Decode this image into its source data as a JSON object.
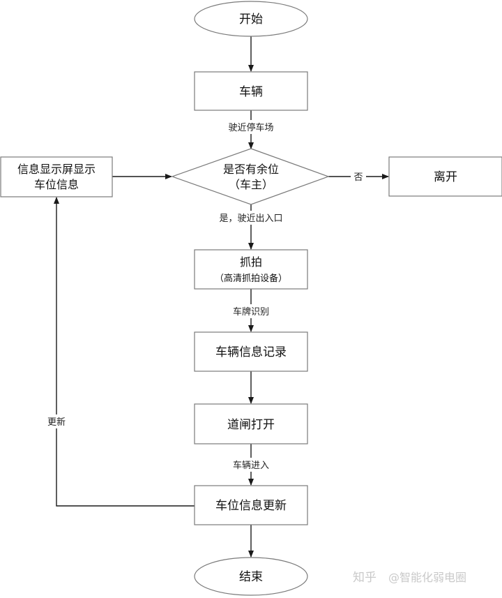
{
  "nodes": {
    "start": "开始",
    "vehicle": "车辆",
    "check_line1": "是否有余位",
    "check_line2": "（车主）",
    "leave": "离开",
    "display_line1": "信息显示屏显示",
    "display_line2": "车位信息",
    "capture_line1": "抓拍",
    "capture_line2": "（高清抓拍设备）",
    "record": "车辆信息记录",
    "gate": "道闸打开",
    "update": "车位信息更新",
    "end": "结束"
  },
  "edges": {
    "approach_lot": "驶近停车场",
    "no": "否",
    "yes_approach": "是，驶近出入口",
    "plate_recognition": "车牌识别",
    "vehicle_enter": "车辆进入",
    "refresh": "更新"
  },
  "watermark": {
    "site": "知乎",
    "author": "@智能化弱电圈"
  }
}
